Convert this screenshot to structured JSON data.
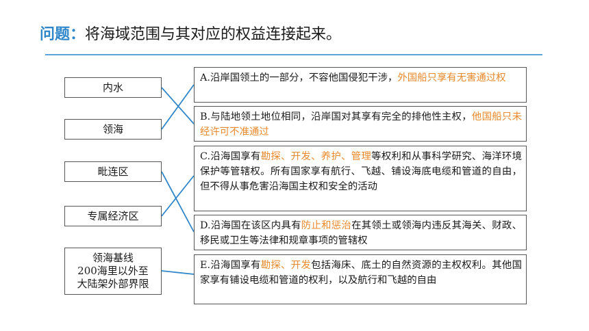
{
  "title": {
    "label": "问题",
    "separator": "：",
    "text": "将海域范围与其对应的权益连接起来。"
  },
  "left_items": [
    {
      "text": "内水"
    },
    {
      "text": "领海"
    },
    {
      "text": "毗连区"
    },
    {
      "text": "专属经济区"
    },
    {
      "lines": [
        "领海基线",
        "200海里以外至",
        "大陆架外部界限"
      ]
    }
  ],
  "right_items": [
    {
      "segments": [
        {
          "t": "A.沿岸国领土的一部分，不容他国侵犯干涉，",
          "hl": false
        },
        {
          "t": "外国船只享有无害通过权",
          "hl": true
        }
      ]
    },
    {
      "segments": [
        {
          "t": "B.与陆地领土地位相同，沿岸国对其享有完全的排他性主权，",
          "hl": false
        },
        {
          "t": "他国船只未经许可不准通过",
          "hl": true
        }
      ]
    },
    {
      "segments": [
        {
          "t": "C.沿海国享有",
          "hl": false
        },
        {
          "t": "勘探、开发、养护、管理",
          "hl": true
        },
        {
          "t": "等权利和从事科学研究、海洋环境保护等管辖权。所有国家享有航行、飞越、铺设海底电缆和管道的自由，但不得从事危害沿海国主权和安全的活动",
          "hl": false
        }
      ]
    },
    {
      "segments": [
        {
          "t": "D.沿海国在该区内具有",
          "hl": false
        },
        {
          "t": "防止和惩治",
          "hl": true
        },
        {
          "t": "在其领土或领海内违反其海关、财政、移民或卫生等法律和规章事项的管辖权",
          "hl": false
        }
      ]
    },
    {
      "segments": [
        {
          "t": "E.沿海国享有",
          "hl": false
        },
        {
          "t": "勘探、开发",
          "hl": true
        },
        {
          "t": "包括海床、底土的自然资源的主权权利。其他国家享有铺设电缆和管道的权利，以及航行和飞越的自由",
          "hl": false
        }
      ]
    }
  ],
  "connections": [
    {
      "from": "内水",
      "to": "B"
    },
    {
      "from": "领海",
      "to": "A"
    },
    {
      "from": "毗连区",
      "to": "D"
    },
    {
      "from": "专属经济区",
      "to": "C"
    },
    {
      "from": "领海基线 200海里以外至 大陆架外部界限",
      "to": "E"
    }
  ],
  "colors": {
    "accent": "#2f86c8",
    "highlight": "#e8892b",
    "connector": "#2f86c8"
  }
}
